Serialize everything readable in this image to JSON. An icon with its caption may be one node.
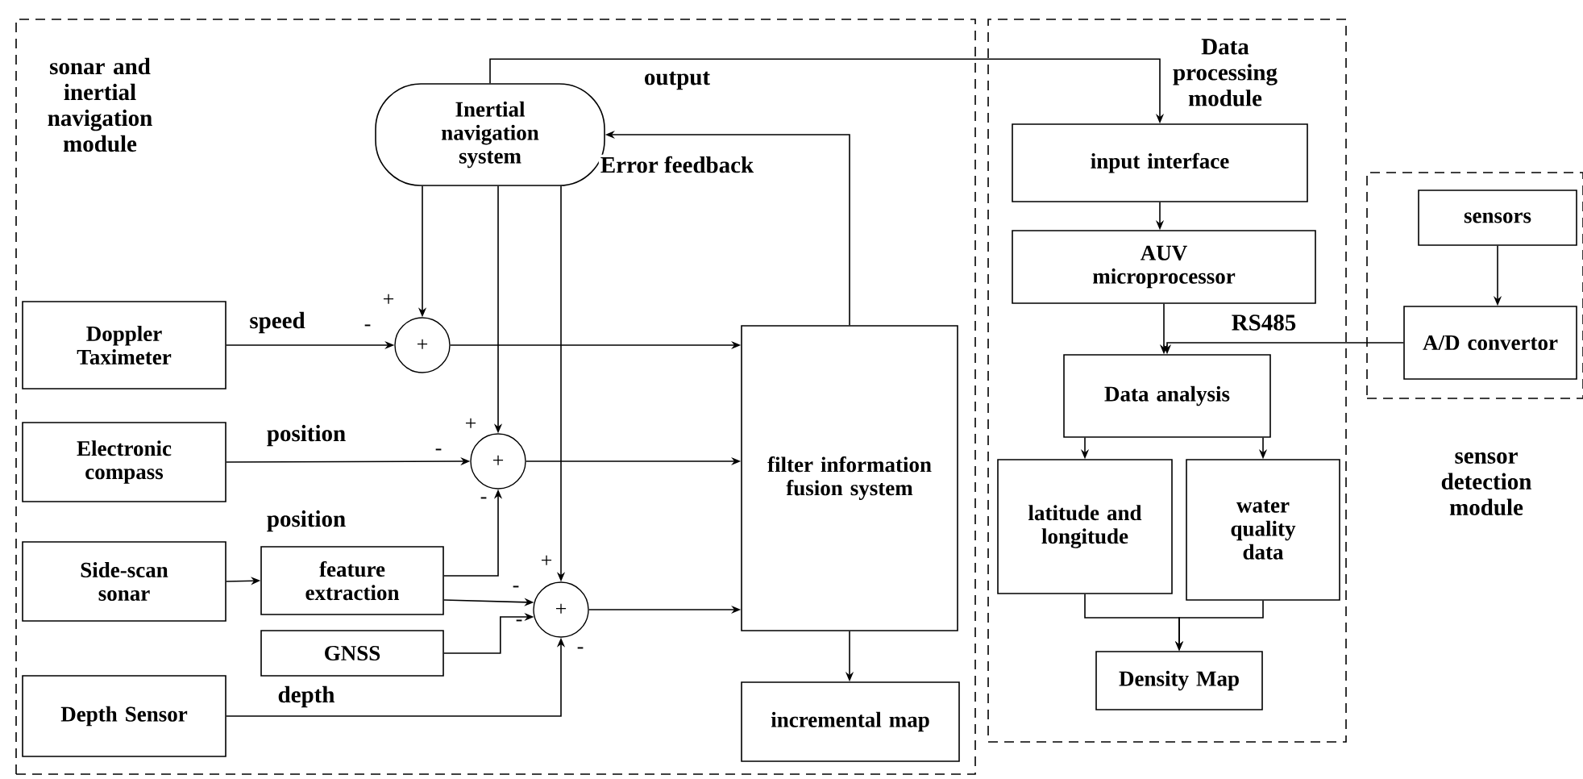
{
  "diagram": {
    "nodes": [
      {
        "text": [
          "sonar and inertial navigation module"
        ]
      },
      {
        "text": [
          "Data processing module"
        ]
      },
      {
        "text": [
          "sensor detection module"
        ]
      },
      {
        "text": [
          "Inertial navigation system"
        ],
        "in": 0
      },
      {
        "text": [
          "Doppler Taximeter"
        ],
        "in": 0
      },
      {
        "text": [
          "+"
        ],
        "in": 0
      },
      {
        "text": [
          "Electronic compass"
        ],
        "in": 0
      },
      {
        "text": [
          "+"
        ],
        "in": 0
      },
      {
        "text": [
          "Side-scan sonar"
        ],
        "in": 0
      },
      {
        "text": [
          "feature extraction"
        ],
        "in": 0
      },
      {
        "text": [
          "GNSS"
        ],
        "in": 0
      },
      {
        "text": [
          "+"
        ],
        "in": 0
      },
      {
        "text": [
          "Depth Sensor"
        ],
        "in": 0
      },
      {
        "text": [
          "filter information fusion system"
        ],
        "in": 0
      },
      {
        "text": [
          "incremental map"
        ],
        "in": 0
      },
      {
        "text": [
          "input interface"
        ],
        "in": 1
      },
      {
        "text": [
          "AUV microprocessor"
        ],
        "in": 1
      },
      {
        "text": [
          "Data analysis"
        ],
        "in": 1
      },
      {
        "text": [
          "latitude and longitude"
        ],
        "in": 1
      },
      {
        "text": [
          "water quality data"
        ],
        "in": 1
      },
      {
        "text": [
          "Density Map"
        ],
        "in": 1
      },
      {
        "text": [
          "sensors"
        ],
        "in": 2
      },
      {
        "text": [
          "A/D convertor"
        ],
        "in": 2
      }
    ],
    "edges": [
      {
        "from": 3,
        "to": 15,
        "arrow": "to",
        "label": "output"
      },
      {
        "from": 13,
        "to": 3,
        "arrow": "to",
        "label": "Error feedback"
      },
      {
        "from": 3,
        "to": 5,
        "arrow": "to"
      },
      {
        "from": 3,
        "to": 7,
        "arrow": "to"
      },
      {
        "from": 3,
        "to": 11,
        "arrow": "to"
      },
      {
        "from": 4,
        "to": 5,
        "arrow": "to",
        "label": "speed"
      },
      {
        "from": 5,
        "to": 13,
        "arrow": "to"
      },
      {
        "from": 6,
        "to": 7,
        "arrow": "to",
        "label": "position"
      },
      {
        "from": 7,
        "to": 13,
        "arrow": "to"
      },
      {
        "from": 8,
        "to": 9,
        "arrow": "to",
        "label": "position"
      },
      {
        "from": 9,
        "to": 7,
        "arrow": "to"
      },
      {
        "from": 9,
        "to": 11,
        "arrow": "to"
      },
      {
        "from": 10,
        "to": 11,
        "arrow": "to"
      },
      {
        "from": 12,
        "to": 11,
        "arrow": "to",
        "label": "depth"
      },
      {
        "from": 11,
        "to": 13,
        "arrow": "to"
      },
      {
        "from": 13,
        "to": 14,
        "arrow": "to"
      },
      {
        "from": 15,
        "to": 16,
        "arrow": "to"
      },
      {
        "from": 16,
        "to": 17,
        "arrow": "to"
      },
      {
        "from": 22,
        "to": 17,
        "arrow": "to",
        "label": "RS485"
      },
      {
        "from": 21,
        "to": 22,
        "arrow": "to"
      },
      {
        "from": 17,
        "to": 18,
        "arrow": "to"
      },
      {
        "from": 17,
        "to": 19,
        "arrow": "to"
      },
      {
        "from": 18,
        "to": 20,
        "arrow": "to"
      },
      {
        "from": 19,
        "to": 20,
        "arrow": "to"
      }
    ],
    "labels": [
      "+",
      "-",
      "+",
      "-",
      "-",
      "+",
      "-",
      "-",
      "-"
    ]
  }
}
